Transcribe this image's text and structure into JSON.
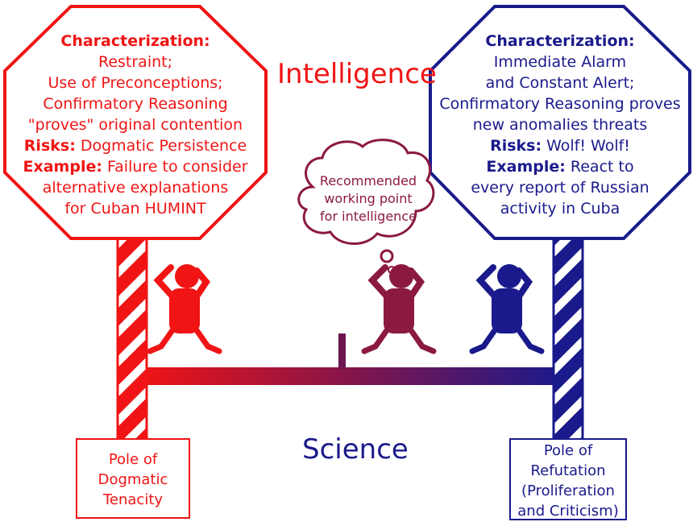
{
  "colors": {
    "left": "#f01414",
    "right": "#1a1a8c",
    "middle": "#8b1a3e"
  },
  "titles": {
    "top": "Intelligence",
    "bottom": "Science"
  },
  "left_sign": {
    "char_label": "Characterization:",
    "char_lines": [
      "Restraint;",
      "Use of Preconceptions;",
      "Confirmatory Reasoning",
      "\"proves\" original contention"
    ],
    "risks_label": "Risks:",
    "risks_text": "Dogmatic Persistence",
    "example_label": "Example:",
    "example_text": "Failure to consider",
    "example_lines": [
      "alternative explanations",
      "for Cuban HUMINT"
    ]
  },
  "right_sign": {
    "char_label": "Characterization:",
    "char_lines": [
      "Immediate Alarm",
      "and Constant Alert;",
      "Confirmatory Reasoning proves",
      "new anomalies threats"
    ],
    "risks_label": "Risks:",
    "risks_text": "Wolf! Wolf!",
    "example_label": "Example:",
    "example_text": "React to",
    "example_lines": [
      "every report of Russian",
      "activity in Cuba"
    ]
  },
  "bubble": {
    "lines": [
      "Recommended",
      "working point",
      "for intelligence"
    ]
  },
  "left_box": {
    "lines": [
      "Pole of",
      "Dogmatic",
      "Tenacity"
    ]
  },
  "right_box": {
    "lines": [
      "Pole of",
      "Refutation",
      "(Proliferation",
      "and Criticism)"
    ]
  }
}
